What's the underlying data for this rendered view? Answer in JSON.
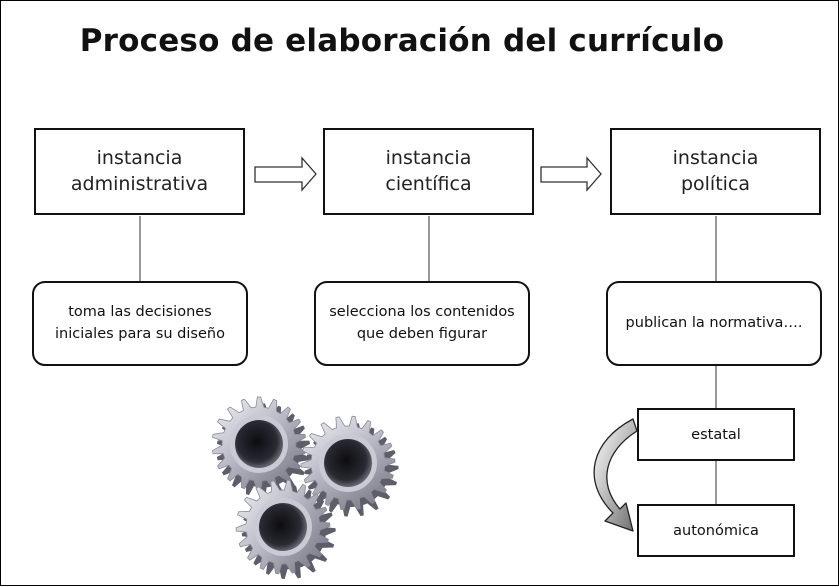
{
  "title": "Proceso de elaboración del currículo",
  "instances": [
    {
      "label": "instancia\nadministrativa",
      "description": "toma las decisiones\niniciales para su diseño"
    },
    {
      "label": "instancia\ncientífica",
      "description": "selecciona los contenidos\nque deben figurar"
    },
    {
      "label": "instancia\npolítica",
      "description": "publican la normativa…."
    }
  ],
  "levels": [
    "estatal",
    "autonómica"
  ],
  "icons": {
    "flow_arrow": "hollow-right-arrow",
    "curved_arrow": "curved-down-arrow",
    "gears": "gears-icon"
  }
}
